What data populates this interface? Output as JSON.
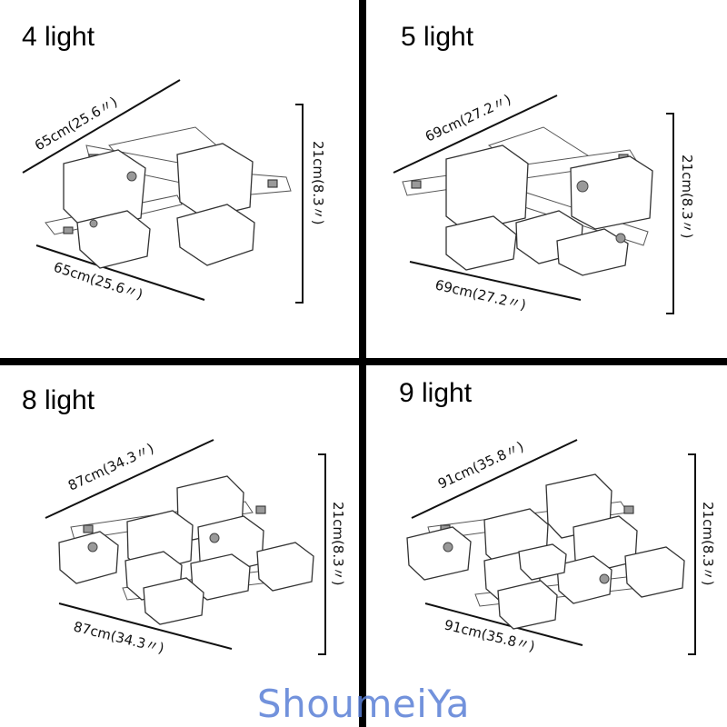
{
  "panels": [
    {
      "title": "4 light",
      "width_label": "65cm(25.6〃)",
      "depth_label": "65cm(25.6〃)",
      "height_label": "21cm(8.3〃)"
    },
    {
      "title": "5 light",
      "width_label": "69cm(27.2〃)",
      "depth_label": "69cm(27.2〃)",
      "height_label": "21cm(8.3〃)"
    },
    {
      "title": "8 light",
      "width_label": "87cm(34.3〃)",
      "depth_label": "87cm(34.3〃)",
      "height_label": "21cm(8.3〃)"
    },
    {
      "title": "9 light",
      "width_label": "91cm(35.8〃)",
      "depth_label": "91cm(35.8〃)",
      "height_label": "21cm(8.3〃)"
    }
  ],
  "watermark": "ShoumeiYa",
  "colors": {
    "divider": "#000000",
    "watermark": "#5a7fd6",
    "sketch": "#333333"
  }
}
